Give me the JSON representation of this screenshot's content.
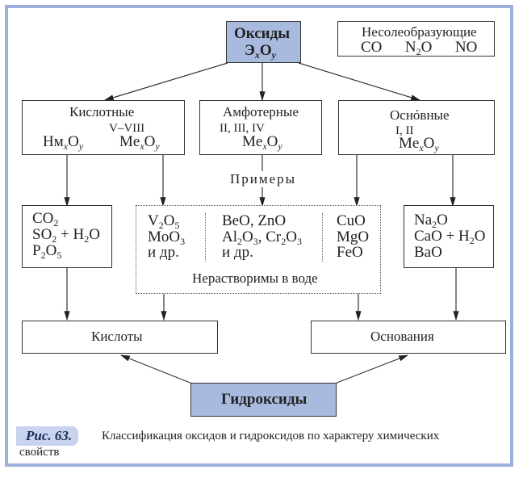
{
  "diagram": {
    "root": {
      "title": "Оксиды",
      "formula_base": "Э",
      "formula_sub1": "x",
      "formula_o": "O",
      "formula_sub2": "y"
    },
    "non_salt": {
      "title": "Несолеобразующие",
      "items": [
        "CO",
        "N",
        "2",
        "O",
        "NO"
      ]
    },
    "acidic": {
      "title": "Кислотные",
      "valence": "V–VIII",
      "f1_a": "Нм",
      "f1_b": "O",
      "f2_a": "Me",
      "f2_b": "O",
      "sx": "x",
      "sy": "y"
    },
    "amphoteric": {
      "title": "Амфотерные",
      "valence": "II, III, IV",
      "f_a": "Me",
      "f_b": "O",
      "sx": "x",
      "sy": "y"
    },
    "basic": {
      "title": "Оснóвные",
      "valence": "I, II",
      "f_a": "Me",
      "f_b": "O",
      "sx": "x",
      "sy": "y"
    },
    "examples_label": "Примеры",
    "acid_examples": {
      "l1a": "CO",
      "l1s": "2",
      "l2a": "SO",
      "l2s": "2",
      "l2b": " + H",
      "l2s2": "2",
      "l2c": "O",
      "l3a": "P",
      "l3s": "2",
      "l3b": "O",
      "l3s2": "5"
    },
    "middle": {
      "c1": {
        "l1a": "V",
        "l1s": "2",
        "l1b": "O",
        "l1s2": "5",
        "l2a": "MoO",
        "l2s": "3",
        "l3": "и др."
      },
      "c2": {
        "l1": "BeO, ZnO",
        "l2a": "Al",
        "l2s": "2",
        "l2b": "O",
        "l2s2": "3",
        "l2c": ", Cr",
        "l2s3": "2",
        "l2d": "O",
        "l2s4": "3",
        "l3": "и др."
      },
      "c3": {
        "l1": "CuO",
        "l2": "MgO",
        "l3": "FeO"
      },
      "insoluble": "Нерастворимы в воде"
    },
    "base_examples": {
      "l1a": "Na",
      "l1s": "2",
      "l1b": "O",
      "l2a": "CaO + H",
      "l2s": "2",
      "l2b": "O",
      "l3": "BaO"
    },
    "acids": "Кислоты",
    "bases": "Основания",
    "hydroxides": "Гидроксиды"
  },
  "caption": {
    "label": "Рис. 63.",
    "text": "Классификация оксидов и гидроксидов  по характеру химических",
    "text2": "свойств"
  },
  "colors": {
    "highlight": "#a9badf",
    "frame": "#9db0dc"
  }
}
